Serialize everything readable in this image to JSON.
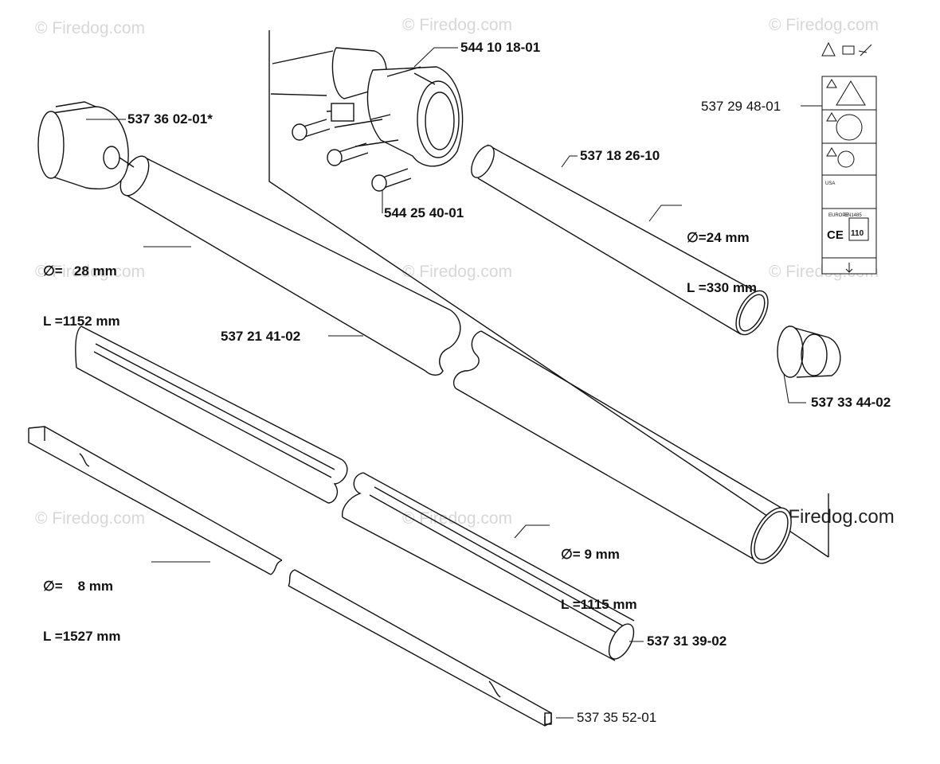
{
  "watermark": "© Firedog.com",
  "watermark_main": "© Firedog.com",
  "parts": {
    "p_544_10_18_01": "544 10 18-01",
    "p_537_36_02_01": "537 36 02-01*",
    "p_537_29_48_01": "537 29 48-01",
    "p_537_18_26_10": "537 18 26-10",
    "p_544_25_40_01": "544 25 40-01",
    "p_537_21_41_02": "537 21 41-02",
    "p_537_33_44_02": "537 33 44-02",
    "p_537_31_39_02": "537 31 39-02",
    "p_537_35_52_01": "537 35 52-01"
  },
  "dimensions": {
    "tube_1152": {
      "d": "∅=   28 mm",
      "l": "L =1152 mm"
    },
    "tube_330": {
      "d": "∅=24 mm",
      "l": "L =330 mm"
    },
    "shaft_1115": {
      "d": "∅= 9 mm",
      "l": "L =1115 mm"
    },
    "shaft_1527": {
      "d": "∅=    8 mm",
      "l": "L =1527 mm"
    }
  },
  "decal": {
    "ce": "CE",
    "db": "110",
    "usa": "USA",
    "europe": "EUROPE",
    "en": "EN1485"
  }
}
